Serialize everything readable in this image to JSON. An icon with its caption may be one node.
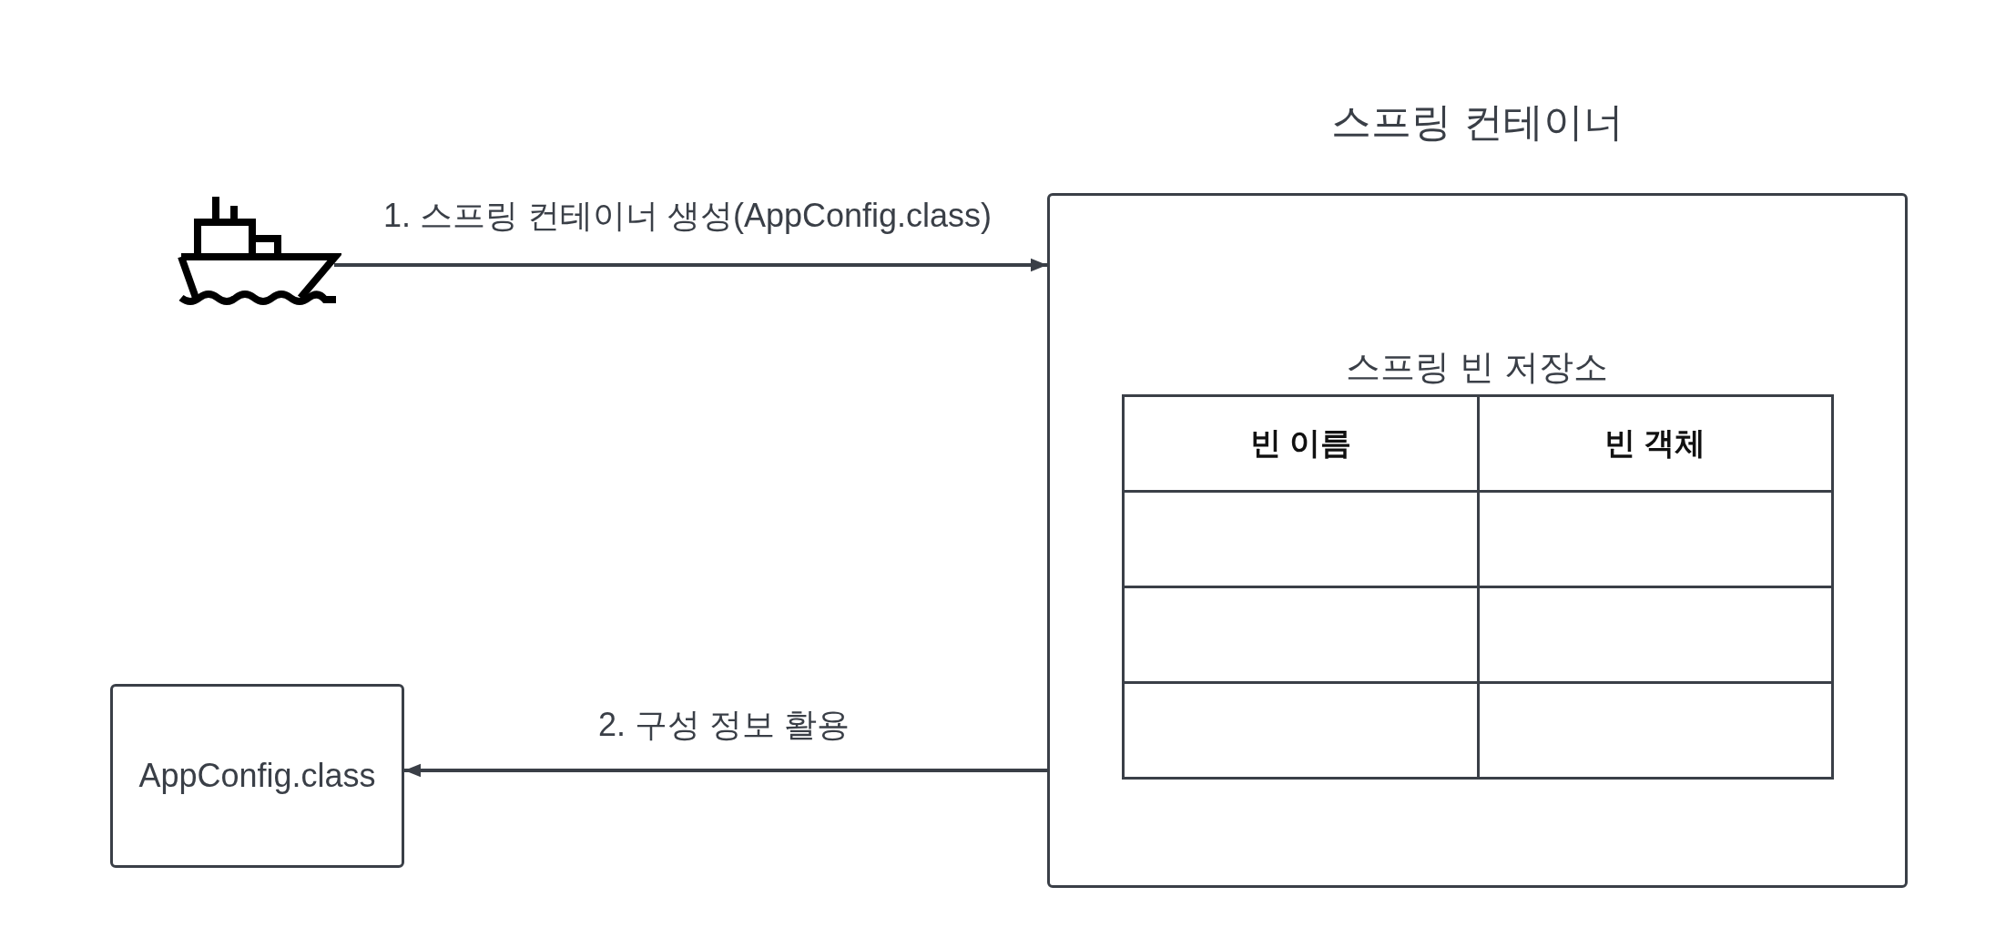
{
  "diagram": {
    "nodes": [
      {
        "text": [],
        "shape": "picture"
      },
      {
        "text": [
          "스프링 컨테이너"
        ]
      },
      {
        "text": [
          "스프링 빈 저장소"
        ],
        "in": 1
      },
      {
        "text": [
          "AppConfig.class"
        ]
      }
    ],
    "edges": [
      {
        "from": 0,
        "to": 1,
        "arrow": "to",
        "label": "1. 스프링 컨테이너 생성(AppConfig.class)"
      },
      {
        "from": 1,
        "to": 3,
        "arrow": "to",
        "label": "2. 구성 정보 활용"
      }
    ],
    "labels": [
      "빈 이름",
      "빈 객체"
    ]
  }
}
